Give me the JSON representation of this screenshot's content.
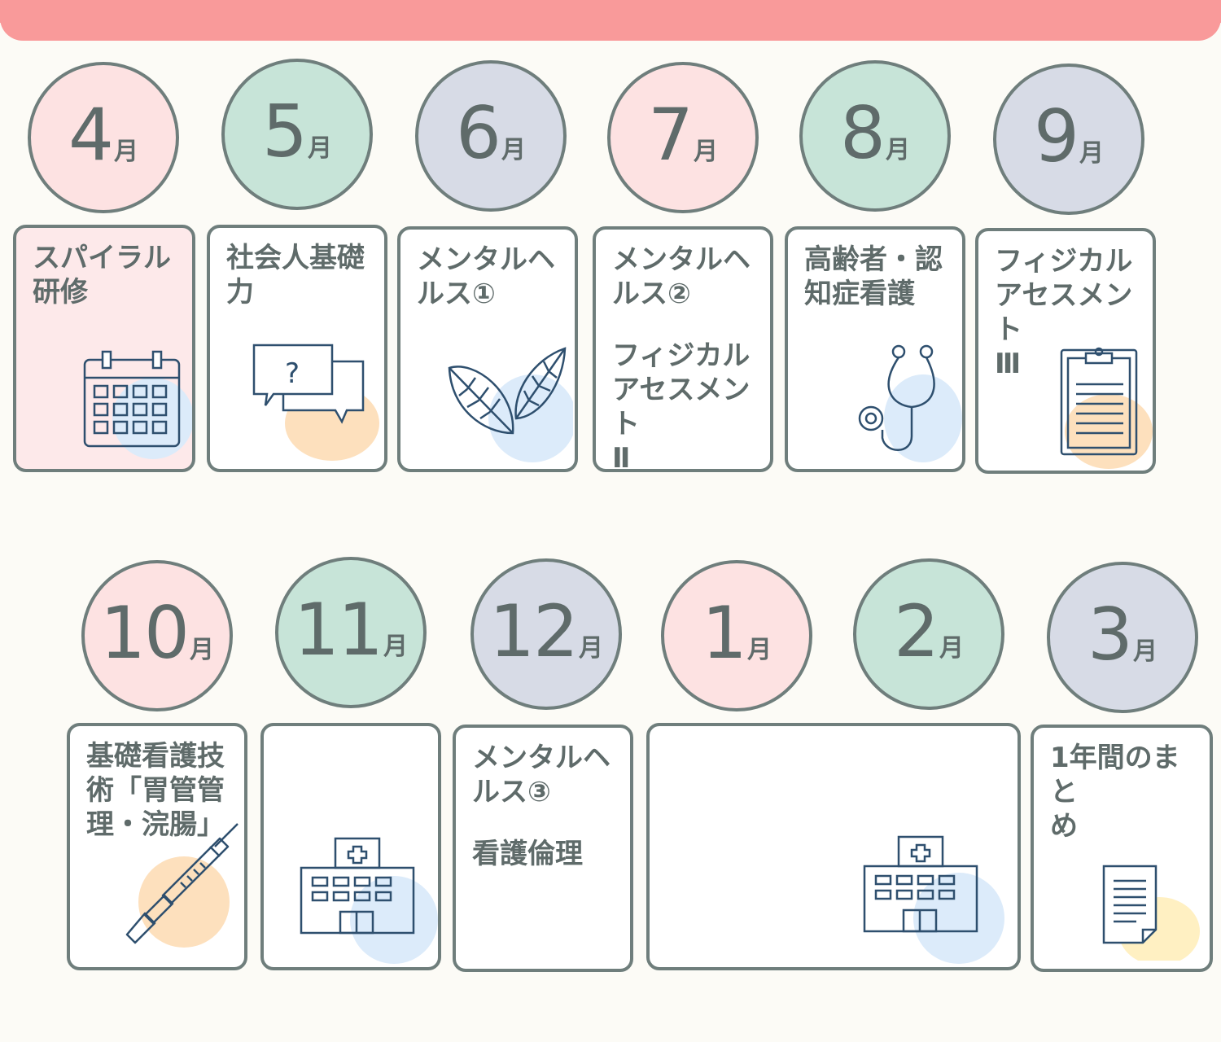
{
  "months_row1": [
    {
      "num": "4",
      "unit": "月"
    },
    {
      "num": "5",
      "unit": "月"
    },
    {
      "num": "6",
      "unit": "月"
    },
    {
      "num": "7",
      "unit": "月"
    },
    {
      "num": "8",
      "unit": "月"
    },
    {
      "num": "9",
      "unit": "月"
    }
  ],
  "months_row2": [
    {
      "num": "10",
      "unit": "月"
    },
    {
      "num": "11",
      "unit": "月"
    },
    {
      "num": "12",
      "unit": "月"
    },
    {
      "num": "1",
      "unit": "月"
    },
    {
      "num": "2",
      "unit": "月"
    },
    {
      "num": "3",
      "unit": "月"
    }
  ],
  "cards": {
    "spiral": {
      "line1": "スパイラル",
      "line2": "研修",
      "icon": "calendar-icon"
    },
    "social": {
      "line1": "社会人基礎",
      "line2": "力",
      "icon": "speech-bubbles-icon"
    },
    "mental1": {
      "line1": "メンタルヘ",
      "line2": "ルス①",
      "icon": "leaves-icon"
    },
    "mental2": {
      "line1": "メンタルヘ",
      "line2": "ルス②",
      "sub1": "フィジカル",
      "sub2": "アセスメント",
      "sub3": "Ⅱ"
    },
    "elderly": {
      "line1": "高齢者・認",
      "line2": "知症看護",
      "icon": "stethoscope-icon"
    },
    "physical3": {
      "line1": "フィジカル",
      "line2": "アセスメント",
      "line3": "Ⅲ",
      "icon": "clipboard-icon"
    },
    "basic": {
      "line1": "基礎看護技",
      "line2": "術「胃管管",
      "line3": "理・浣腸」",
      "icon": "syringe-icon"
    },
    "nov": {
      "icon": "hospital-icon"
    },
    "mental3": {
      "line1": "メンタルヘ",
      "line2": "ルス③",
      "sub1": "看護倫理"
    },
    "janfeb": {
      "icon": "hospital-icon"
    },
    "summary": {
      "line1": "1年間のまと",
      "line2": "め",
      "icon": "document-icon"
    }
  }
}
